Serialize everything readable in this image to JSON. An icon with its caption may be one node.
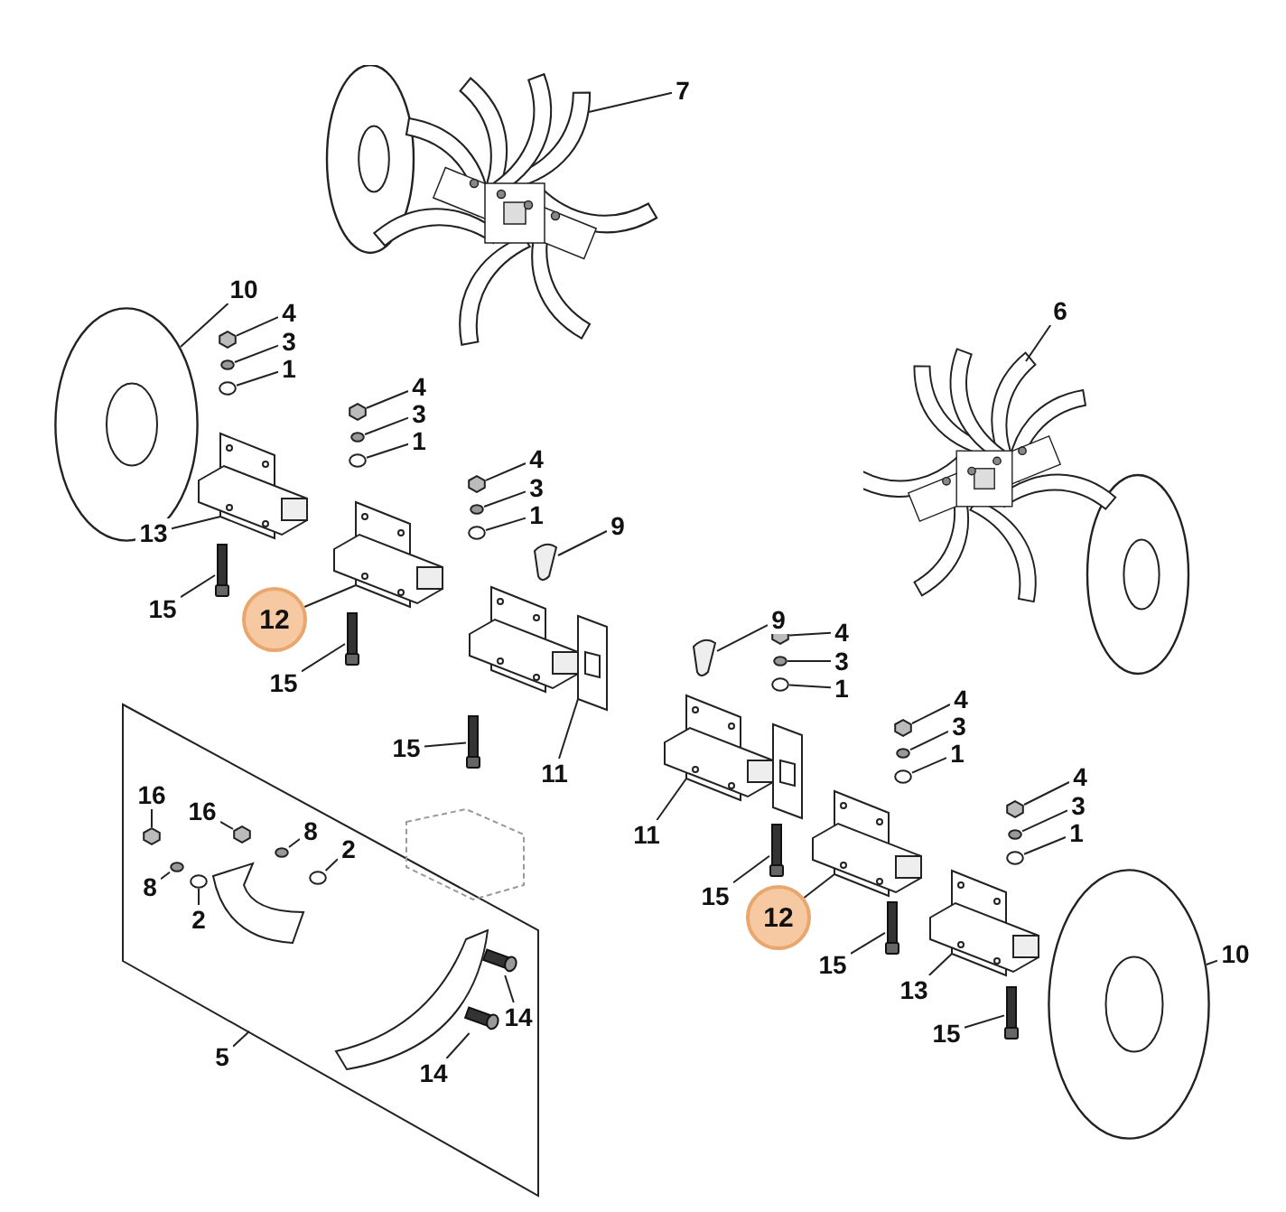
{
  "diagram": {
    "nodes": [
      {
        "text": [
          "7"
        ]
      },
      {
        "text": [
          "10"
        ]
      },
      {
        "text": [
          "4"
        ]
      },
      {
        "text": [
          "3"
        ]
      },
      {
        "text": [
          "1"
        ]
      },
      {
        "text": [
          "4"
        ]
      },
      {
        "text": [
          "3"
        ]
      },
      {
        "text": [
          "1"
        ]
      },
      {
        "text": [
          "6"
        ]
      },
      {
        "text": [
          "13"
        ]
      },
      {
        "text": [
          "4"
        ]
      },
      {
        "text": [
          "3"
        ]
      },
      {
        "text": [
          "1"
        ]
      },
      {
        "text": [
          "9"
        ]
      },
      {
        "text": [
          "15"
        ]
      },
      {
        "text": [
          "12"
        ]
      },
      {
        "text": [
          "15"
        ]
      },
      {
        "text": [
          "15"
        ]
      },
      {
        "text": [
          "11"
        ]
      },
      {
        "text": [
          "9"
        ]
      },
      {
        "text": [
          "4"
        ]
      },
      {
        "text": [
          "3"
        ]
      },
      {
        "text": [
          "1"
        ]
      },
      {
        "text": [
          "4"
        ]
      },
      {
        "text": [
          "3"
        ]
      },
      {
        "text": [
          "1"
        ]
      },
      {
        "text": [
          "11"
        ]
      },
      {
        "text": [
          "15"
        ]
      },
      {
        "text": [
          "12"
        ]
      },
      {
        "text": [
          "4"
        ]
      },
      {
        "text": [
          "3"
        ]
      },
      {
        "text": [
          "1"
        ]
      },
      {
        "text": [
          "15"
        ]
      },
      {
        "text": [
          "13"
        ]
      },
      {
        "text": [
          "10"
        ]
      },
      {
        "text": [
          "15"
        ]
      },
      {
        "text": [],
        "shape": "box"
      },
      {
        "text": [
          "16"
        ],
        "in": 36
      },
      {
        "text": [
          "16"
        ],
        "in": 36
      },
      {
        "text": [
          "8"
        ],
        "in": 36
      },
      {
        "text": [
          "2"
        ],
        "in": 36
      },
      {
        "text": [
          "8"
        ],
        "in": 36
      },
      {
        "text": [
          "2"
        ],
        "in": 36
      },
      {
        "text": [
          "14"
        ],
        "in": 36
      },
      {
        "text": [
          "14"
        ],
        "in": 36
      },
      {
        "text": [
          "5"
        ]
      },
      {
        "text": [],
        "shape": "picture"
      },
      {
        "text": [],
        "shape": "picture"
      },
      {
        "text": [],
        "shape": "hexagon"
      },
      {
        "text": [],
        "shape": "circle"
      },
      {
        "text": [],
        "shape": "circle"
      },
      {
        "text": [],
        "shape": "hexagon"
      },
      {
        "text": [],
        "shape": "circle"
      },
      {
        "text": [],
        "shape": "circle"
      },
      {
        "text": [],
        "shape": "picture"
      },
      {
        "text": [],
        "shape": "picture"
      },
      {
        "text": [],
        "shape": "hexagon"
      },
      {
        "text": [],
        "shape": "circle"
      },
      {
        "text": [],
        "shape": "circle"
      },
      {
        "text": [],
        "shape": "picture"
      },
      {
        "text": [],
        "shape": "bar"
      },
      {
        "text": [],
        "shape": "picture"
      },
      {
        "text": [],
        "shape": "bar"
      },
      {
        "text": [],
        "shape": "bar"
      },
      {
        "text": [],
        "shape": "picture"
      },
      {
        "text": [],
        "shape": "picture"
      },
      {
        "text": [],
        "shape": "hexagon"
      },
      {
        "text": [],
        "shape": "circle"
      },
      {
        "text": [],
        "shape": "circle"
      },
      {
        "text": [],
        "shape": "hexagon"
      },
      {
        "text": [],
        "shape": "circle"
      },
      {
        "text": [],
        "shape": "circle"
      },
      {
        "text": [],
        "shape": "picture"
      },
      {
        "text": [],
        "shape": "bar"
      },
      {
        "text": [],
        "shape": "picture"
      },
      {
        "text": [],
        "shape": "hexagon"
      },
      {
        "text": [],
        "shape": "circle"
      },
      {
        "text": [],
        "shape": "circle"
      },
      {
        "text": [],
        "shape": "bar"
      },
      {
        "text": [],
        "shape": "picture"
      },
      {
        "text": [],
        "shape": "picture"
      },
      {
        "text": [],
        "shape": "bar"
      },
      {
        "text": [],
        "shape": "hexagon",
        "in": 36
      },
      {
        "text": [],
        "shape": "hexagon",
        "in": 36
      },
      {
        "text": [],
        "shape": "circle",
        "in": 36
      },
      {
        "text": [],
        "shape": "circle",
        "in": 36
      },
      {
        "text": [],
        "shape": "circle",
        "in": 36
      },
      {
        "text": [],
        "shape": "circle",
        "in": 36
      },
      {
        "text": [],
        "shape": "bar",
        "in": 36
      },
      {
        "text": [],
        "shape": "bar",
        "in": 36
      }
    ],
    "edges": [
      {
        "from": 0,
        "to": 46,
        "arrow": "none"
      },
      {
        "from": 1,
        "to": 47,
        "arrow": "none"
      },
      {
        "from": 2,
        "to": 48,
        "arrow": "none"
      },
      {
        "from": 3,
        "to": 49,
        "arrow": "none"
      },
      {
        "from": 4,
        "to": 50,
        "arrow": "none"
      },
      {
        "from": 5,
        "to": 51,
        "arrow": "none"
      },
      {
        "from": 6,
        "to": 52,
        "arrow": "none"
      },
      {
        "from": 7,
        "to": 53,
        "arrow": "none"
      },
      {
        "from": 8,
        "to": 54,
        "arrow": "none"
      },
      {
        "from": 9,
        "to": 55,
        "arrow": "none"
      },
      {
        "from": 10,
        "to": 56,
        "arrow": "none"
      },
      {
        "from": 11,
        "to": 57,
        "arrow": "none"
      },
      {
        "from": 12,
        "to": 58,
        "arrow": "none"
      },
      {
        "from": 13,
        "to": 59,
        "arrow": "none"
      },
      {
        "from": 14,
        "to": 60,
        "arrow": "none"
      },
      {
        "from": 15,
        "to": 61,
        "arrow": "none"
      },
      {
        "from": 16,
        "to": 62,
        "arrow": "none"
      },
      {
        "from": 17,
        "to": 63,
        "arrow": "none"
      },
      {
        "from": 18,
        "to": 64,
        "arrow": "none"
      },
      {
        "from": 19,
        "to": 65,
        "arrow": "none"
      },
      {
        "from": 20,
        "to": 66,
        "arrow": "none"
      },
      {
        "from": 21,
        "to": 67,
        "arrow": "none"
      },
      {
        "from": 22,
        "to": 68,
        "arrow": "none"
      },
      {
        "from": 23,
        "to": 69,
        "arrow": "none"
      },
      {
        "from": 24,
        "to": 70,
        "arrow": "none"
      },
      {
        "from": 25,
        "to": 71,
        "arrow": "none"
      },
      {
        "from": 26,
        "to": 72,
        "arrow": "none"
      },
      {
        "from": 27,
        "to": 73,
        "arrow": "none"
      },
      {
        "from": 28,
        "to": 74,
        "arrow": "none"
      },
      {
        "from": 29,
        "to": 75,
        "arrow": "none"
      },
      {
        "from": 30,
        "to": 76,
        "arrow": "none"
      },
      {
        "from": 31,
        "to": 77,
        "arrow": "none"
      },
      {
        "from": 32,
        "to": 78,
        "arrow": "none"
      },
      {
        "from": 33,
        "to": 79,
        "arrow": "none"
      },
      {
        "from": 34,
        "to": 80,
        "arrow": "none"
      },
      {
        "from": 35,
        "to": 81,
        "arrow": "none"
      },
      {
        "from": 37,
        "to": 82,
        "arrow": "none"
      },
      {
        "from": 38,
        "to": 83,
        "arrow": "none"
      },
      {
        "from": 39,
        "to": 84,
        "arrow": "none"
      },
      {
        "from": 40,
        "to": 85,
        "arrow": "none"
      },
      {
        "from": 41,
        "to": 86,
        "arrow": "none"
      },
      {
        "from": 42,
        "to": 87,
        "arrow": "none"
      },
      {
        "from": 43,
        "to": 88,
        "arrow": "none"
      },
      {
        "from": 44,
        "to": 89,
        "arrow": "none"
      },
      {
        "from": 45,
        "to": 36,
        "arrow": "none"
      }
    ]
  }
}
